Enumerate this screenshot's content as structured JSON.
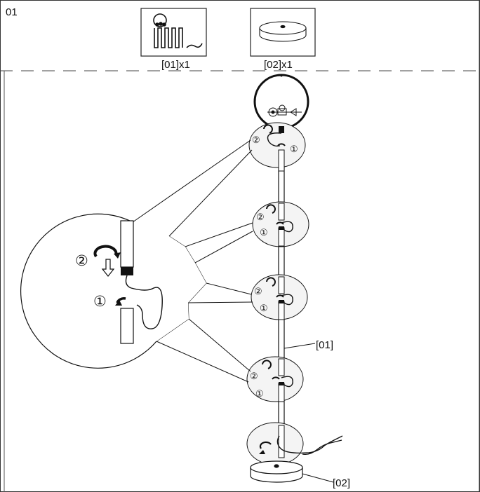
{
  "step": {
    "number": "01"
  },
  "parts": [
    {
      "id": "[01]x1",
      "icon": "lamp-pole-with-coiled-cable-icon"
    },
    {
      "id": "[02]x1",
      "icon": "round-base-plate-icon"
    }
  ],
  "callouts": {
    "pole": "[01]",
    "base": "[02]"
  },
  "markers": {
    "one": "①",
    "two": "②"
  }
}
